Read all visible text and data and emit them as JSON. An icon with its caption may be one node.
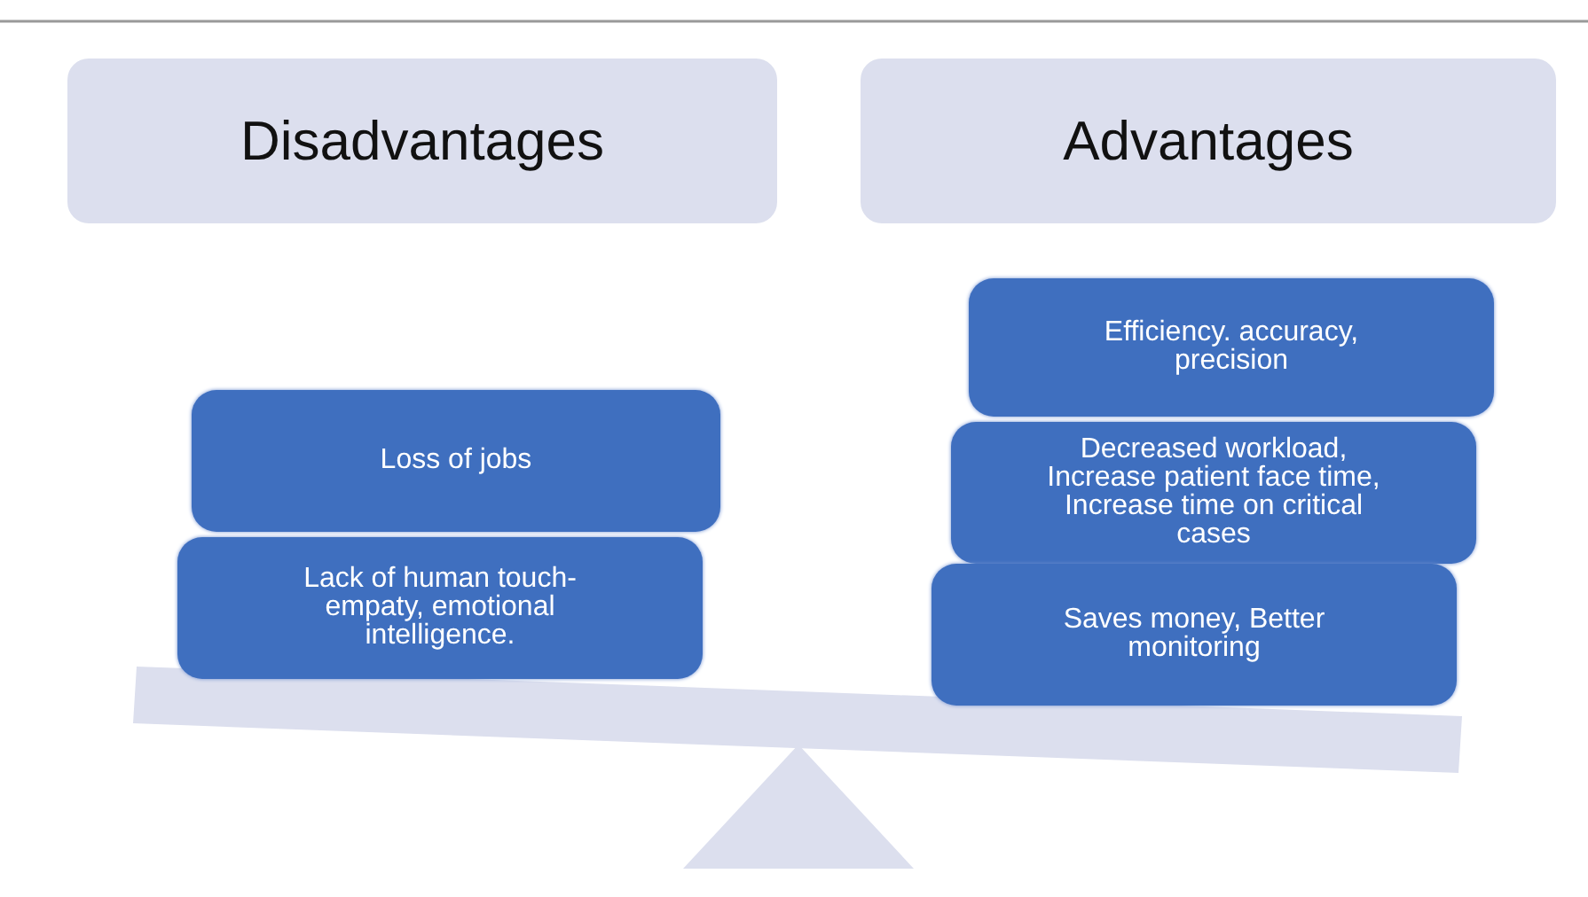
{
  "diagram": {
    "nodes": [
      {
        "text": [
          "Disadvantages"
        ]
      },
      {
        "text": [
          "Advantages"
        ]
      },
      {
        "text": [
          "Loss of jobs"
        ]
      },
      {
        "text": [
          "Lack of human touch- empaty, emotional intelligence."
        ]
      },
      {
        "text": [
          "Efficiency. accuracy, precision"
        ]
      },
      {
        "text": [
          "Decreased workload, Increase patient face time, Increase time on critical cases"
        ]
      },
      {
        "text": [
          "Saves money, Better monitoring"
        ]
      }
    ]
  }
}
